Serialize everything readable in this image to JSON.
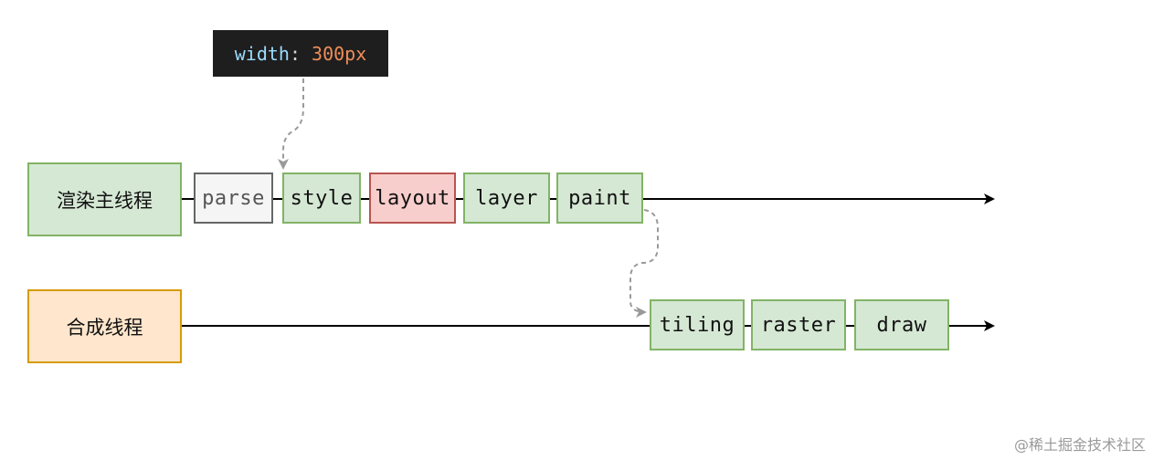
{
  "code_tag": {
    "property": "width",
    "colon": ": ",
    "value": "300px"
  },
  "threads": {
    "main": "渲染主线程",
    "compositor": "合成线程"
  },
  "main_steps": [
    "parse",
    "style",
    "layout",
    "layer",
    "paint"
  ],
  "compositor_steps": [
    "tiling",
    "raster",
    "draw"
  ],
  "watermark": "@稀土掘金技术社区",
  "colors": {
    "green_fill": "#d5e8d4",
    "green_stroke": "#82b366",
    "orange_fill": "#ffe6cc",
    "orange_stroke": "#d79b00",
    "gray_fill": "#f5f5f5",
    "gray_stroke": "#666666",
    "red_fill": "#f8cecc",
    "red_stroke": "#b85450",
    "code_bg": "#1e1e1e"
  }
}
